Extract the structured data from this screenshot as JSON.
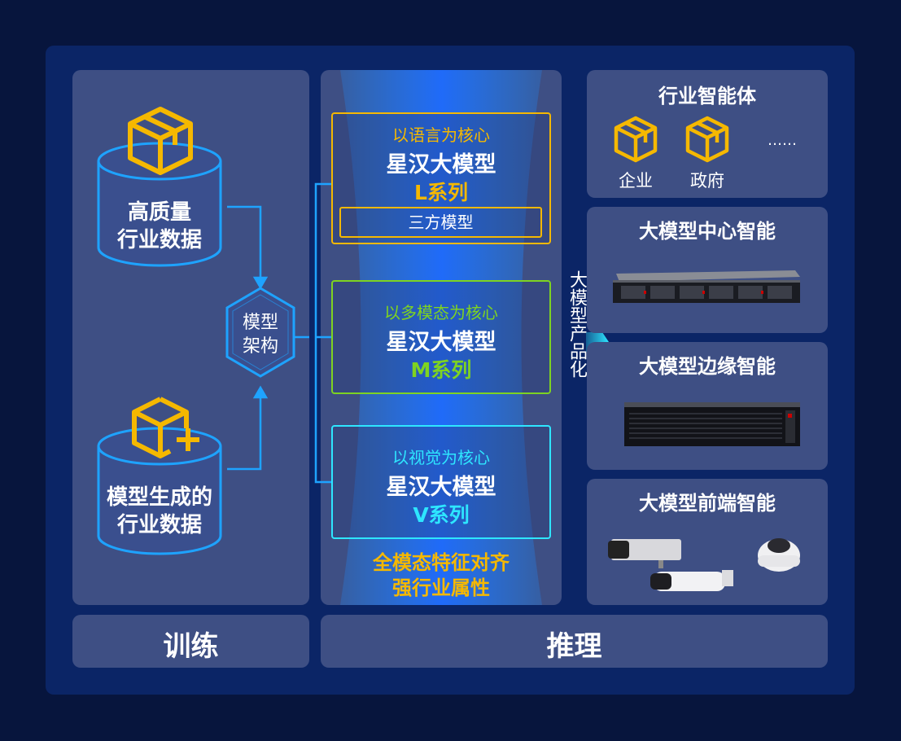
{
  "training": {
    "source_real_label": "高质量\n行业数据",
    "source_generated_label": "模型生成的\n行业数据",
    "architecture_label": "模型\n架构",
    "footer_label": "训练"
  },
  "models": {
    "l": {
      "subtitle": "以语言为核心",
      "name": "星汉大模型",
      "series": "L系列",
      "third_party": "三方模型",
      "color": "#f5b800"
    },
    "m": {
      "subtitle": "以多模态为核心",
      "name": "星汉大模型",
      "series": "M系列",
      "color": "#7ed321"
    },
    "v": {
      "subtitle": "以视觉为核心",
      "name": "星汉大模型",
      "series": "V系列",
      "color": "#2ee6ff"
    },
    "features": "全模态特征对齐\n强行业属性"
  },
  "productization_label": "大模型产品化",
  "inference": {
    "agents": {
      "title": "行业智能体",
      "items": [
        "企业",
        "政府"
      ],
      "more": "……"
    },
    "center": {
      "title": "大模型中心智能"
    },
    "edge": {
      "title": "大模型边缘智能"
    },
    "front": {
      "title": "大模型前端智能"
    },
    "footer_label": "推理"
  },
  "colors": {
    "box_icon": "#f5b800",
    "flow_line": "#1ea3ff",
    "panel": "#3e4f84",
    "background": "#07153d"
  }
}
